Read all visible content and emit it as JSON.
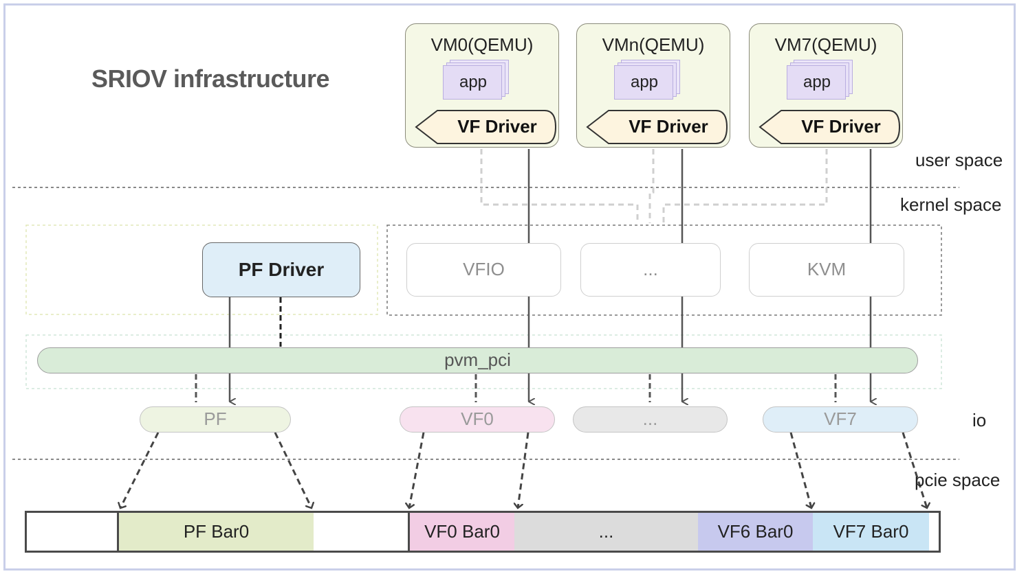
{
  "title": "SRIOV infrastructure",
  "spaces": {
    "user": "user space",
    "kernel": "kernel space",
    "io": "io",
    "pcie": "pcie space"
  },
  "vms": [
    {
      "title": "VM0(QEMU)",
      "app": "app",
      "driver": "VF Driver"
    },
    {
      "title": "VMn(QEMU)",
      "app": "app",
      "driver": "VF Driver"
    },
    {
      "title": "VM7(QEMU)",
      "app": "app",
      "driver": "VF Driver"
    }
  ],
  "pf_driver": "PF Driver",
  "kernel_modules": [
    "VFIO",
    "...",
    "KVM"
  ],
  "bus": "pvm_pci",
  "functions": [
    {
      "label": "PF",
      "color": "#eef4e2"
    },
    {
      "label": "VF0",
      "color": "#f8e2ef"
    },
    {
      "label": "...",
      "color": "#e8e8e8"
    },
    {
      "label": "VF7",
      "color": "#dfeef8"
    }
  ],
  "bars": [
    {
      "label": "",
      "color": "#ffffff"
    },
    {
      "label": "PF Bar0",
      "color": "#e3ebc9"
    },
    {
      "label": "",
      "color": "#ffffff"
    },
    {
      "label": "VF0 Bar0",
      "color": "#f2cde4"
    },
    {
      "label": "...",
      "color": "#dcdcdc"
    },
    {
      "label": "VF6 Bar0",
      "color": "#c7c9ee"
    },
    {
      "label": "VF7 Bar0",
      "color": "#c9e5f5"
    },
    {
      "label": "",
      "color": "#ffffff"
    }
  ]
}
